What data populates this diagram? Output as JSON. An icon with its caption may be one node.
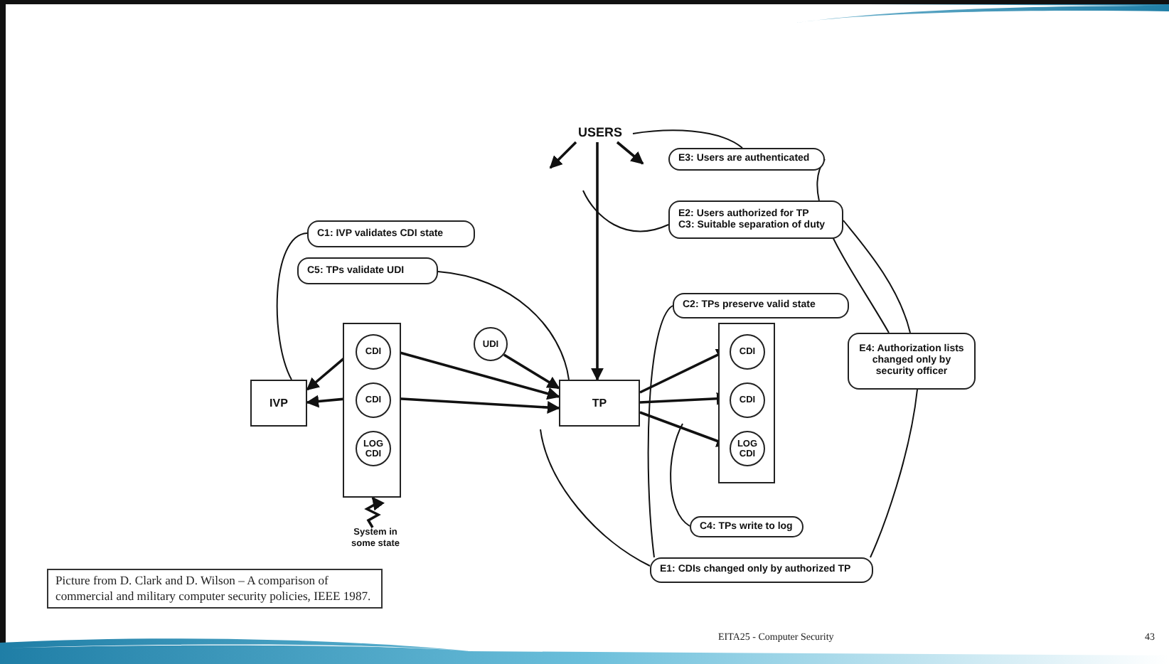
{
  "diagram": {
    "caption": "Picture from D. Clark and D. Wilson – A comparison of commercial and military computer security policies, IEEE 1987.",
    "nodes": [
      {
        "text": [
          "USERS"
        ]
      },
      {
        "text": [
          "E3: Users are authenticated"
        ]
      },
      {
        "text": [
          "E2: Users authorized for TP",
          "C3: Suitable separation of duty"
        ]
      },
      {
        "text": [
          "C1: IVP validates CDI state"
        ]
      },
      {
        "text": [
          "C5: TPs validate UDI"
        ]
      },
      {
        "text": [
          "C2: TPs preserve valid state"
        ]
      },
      {
        "text": [
          "E4: Authorization lists changed only by security officer"
        ]
      },
      {
        "text": [
          "IVP"
        ]
      },
      {
        "text": [],
        "shape": "box"
      },
      {
        "text": [
          "CDI"
        ],
        "in": 8
      },
      {
        "text": [
          "CDI"
        ],
        "in": 8
      },
      {
        "text": [
          "LOG CDI"
        ],
        "in": 8
      },
      {
        "text": [
          "UDI"
        ]
      },
      {
        "text": [
          "TP"
        ]
      },
      {
        "text": [],
        "shape": "box"
      },
      {
        "text": [
          "CDI"
        ],
        "in": 14
      },
      {
        "text": [
          "CDI"
        ],
        "in": 14
      },
      {
        "text": [
          "LOG CDI"
        ],
        "in": 14
      },
      {
        "text": [
          "C4: TPs write to log"
        ]
      },
      {
        "text": [
          "E1: CDIs changed only by authorized TP"
        ]
      },
      {
        "text": [
          "System in some state"
        ]
      }
    ],
    "edges": [
      {
        "from": 0,
        "to": 13,
        "arrow": "to"
      },
      {
        "from": 0,
        "to": null,
        "arrow": "to"
      },
      {
        "from": 0,
        "to": null,
        "arrow": "to"
      },
      {
        "from": 9,
        "to": 7,
        "arrow": "to"
      },
      {
        "from": 10,
        "to": 7,
        "arrow": "to"
      },
      {
        "from": 9,
        "to": 13,
        "arrow": "to"
      },
      {
        "from": 10,
        "to": 13,
        "arrow": "to"
      },
      {
        "from": 12,
        "to": 13,
        "arrow": "to"
      },
      {
        "from": 13,
        "to": 15,
        "arrow": "to"
      },
      {
        "from": 13,
        "to": 16,
        "arrow": "to"
      },
      {
        "from": 13,
        "to": 17,
        "arrow": "to"
      },
      {
        "from": 1,
        "to": 0,
        "arrow": "none"
      },
      {
        "from": 2,
        "to": null,
        "arrow": "none"
      },
      {
        "from": 3,
        "to": 7,
        "arrow": "none"
      },
      {
        "from": 4,
        "to": 13,
        "arrow": "none"
      },
      {
        "from": 5,
        "to": 19,
        "arrow": "none"
      },
      {
        "from": 18,
        "to": null,
        "arrow": "none"
      },
      {
        "from": 19,
        "to": null,
        "arrow": "none"
      },
      {
        "from": 6,
        "to": 1,
        "arrow": "none"
      },
      {
        "from": 6,
        "to": 2,
        "arrow": "none"
      },
      {
        "from": 6,
        "to": 19,
        "arrow": "none"
      },
      {
        "from": 20,
        "to": 8,
        "arrow": "to"
      }
    ],
    "labels": [
      "EITA25 - Computer Security",
      "43"
    ]
  }
}
